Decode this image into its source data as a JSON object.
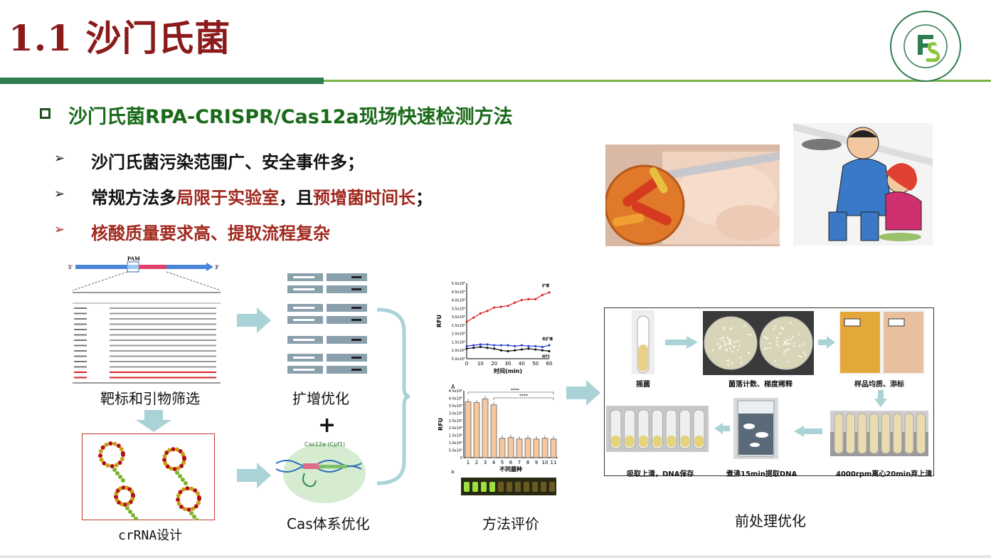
{
  "header": {
    "title": "1.1 沙门氏菌",
    "section_title": "沙门氏菌RPA-CRISPR/Cas12a现场快速检测方法"
  },
  "bullets": [
    {
      "parts": [
        {
          "text": "沙门氏菌污染范围广、安全事件多；",
          "red": false
        }
      ]
    },
    {
      "parts": [
        {
          "text": "常规方法多",
          "red": false
        },
        {
          "text": "局限于实验室",
          "red": true
        },
        {
          "text": "，且",
          "red": false
        },
        {
          "text": "预增菌时间长",
          "red": true
        },
        {
          "text": "；",
          "red": false
        }
      ]
    },
    {
      "parts": [
        {
          "text": "核酸质量要求高、提取流程复杂",
          "red": true
        }
      ]
    }
  ],
  "workflow": {
    "primer_caption": "靶标和引物筛选",
    "amplification_caption": "扩增优化",
    "plus": "+",
    "crrna_caption": "crRNA设计",
    "cas_caption": "Cas体系优化",
    "evaluation_caption": "方法评价",
    "pretreatment_caption": "前处理优化",
    "primer_diagram": {
      "pam": "PAM",
      "end5": "5'",
      "end3": "3'"
    },
    "cas_label": "Cas12a (Cpf1)"
  },
  "pretreatment_steps": {
    "shake": "摇菌",
    "count": "菌落计数、梯度稀释",
    "homogenize": "样品均质、添标",
    "centrifuge": "4000rpm离心20min弃上清",
    "boil": "煮沸15min提取DNA",
    "supernatant": "吸取上清，DNA保存"
  },
  "chart_data": [
    {
      "type": "line",
      "xlabel": "时间(min)",
      "ylabel": "RFU",
      "x": [
        0,
        5,
        10,
        15,
        20,
        25,
        30,
        35,
        40,
        45,
        50,
        55,
        60
      ],
      "xticks": [
        0,
        10,
        20,
        30,
        40,
        50,
        60
      ],
      "ylim": [
        500000,
        5000000
      ],
      "yticks": [
        "5.0x10⁶",
        "4.5x10⁶",
        "4.0x10⁶",
        "3.5x10⁶",
        "3.0x10⁶",
        "2.5x10⁶",
        "2.0x10⁶",
        "1.5x10⁶",
        "1.0x10⁶",
        "5.0x10⁵"
      ],
      "series": [
        {
          "name": "扩增",
          "color": "#e0202a",
          "values": [
            2700000,
            2950000,
            3200000,
            3350000,
            3550000,
            3600000,
            3650000,
            3850000,
            4000000,
            4050000,
            4050000,
            4300000,
            4450000
          ]
        },
        {
          "name": "未扩增",
          "color": "#2a3fd0",
          "values": [
            1250000,
            1300000,
            1350000,
            1350000,
            1300000,
            1300000,
            1300000,
            1250000,
            1300000,
            1250000,
            1250000,
            1200000,
            1300000
          ]
        },
        {
          "name": "NTC",
          "color": "#111111",
          "values": [
            1100000,
            1150000,
            1200000,
            1150000,
            1100000,
            1000000,
            950000,
            1000000,
            1050000,
            1100000,
            1050000,
            1000000,
            950000
          ]
        }
      ]
    },
    {
      "type": "bar",
      "panel_label": "A",
      "xlabel": "不同菌种",
      "ylabel": "RFU",
      "categories": [
        "1",
        "2",
        "3",
        "4",
        "5",
        "6",
        "7",
        "8",
        "9",
        "10",
        "11"
      ],
      "values": [
        3750000,
        3700000,
        3950000,
        3550000,
        1300000,
        1350000,
        1250000,
        1300000,
        1250000,
        1300000,
        1250000
      ],
      "ylim": [
        0,
        4500000
      ],
      "yticks": [
        "4.5x10⁶",
        "4.0x10⁶",
        "3.5x10⁶",
        "3.0x10⁶",
        "2.5x10⁶",
        "2.0x10⁶",
        "1.5x10⁶",
        "1.0x10⁶",
        "5.0x10⁵",
        "0"
      ],
      "significance": [
        "****",
        "****"
      ],
      "gel_label": "a",
      "bar_color": "#f5c8a0"
    }
  ]
}
